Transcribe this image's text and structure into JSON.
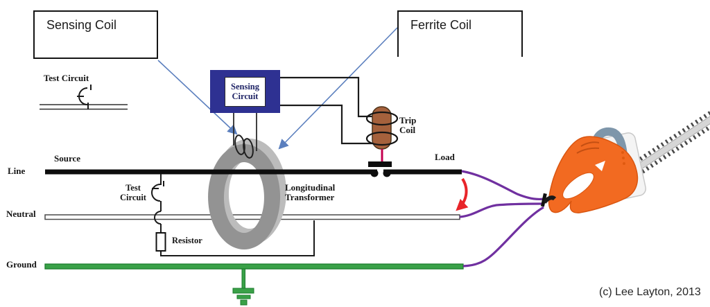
{
  "callouts": {
    "sensing_coil": "Sensing Coil",
    "ferrite_coil": "Ferrite Coil"
  },
  "legend": {
    "title": "Test Circuit"
  },
  "circuit": {
    "line": "Line",
    "source": "Source",
    "load": "Load",
    "neutral": "Neutral",
    "ground": "Ground",
    "test_circuit": "Test Circuit",
    "resistor": "Resistor",
    "sensing_circuit": "Sensing Circuit",
    "trip_coil": "Trip Coil",
    "longitudinal_transformer": "Longitudinal Transformer"
  },
  "credit": "(c) Lee Layton, 2013",
  "colors": {
    "sensing_box_navy": "#2e3192",
    "trip_coil_brown": "#a5613c",
    "trip_wire_red": "#c4004f",
    "fault_arrow_red": "#e8252a",
    "cord_purple": "#7030a0",
    "ground_green": "#3aa148",
    "callout_blue": "#5b7fbe",
    "transformer_gray": "#939393",
    "trimmer_orange": "#f26a21",
    "trimmer_handle_blue": "#7e96aa"
  }
}
